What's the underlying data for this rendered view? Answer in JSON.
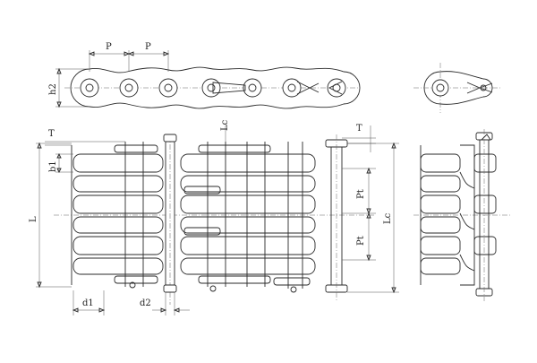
{
  "labels": {
    "pitch_left": "P",
    "pitch_right": "P",
    "plate_height": "h2",
    "inner_width": "b1",
    "overall_length": "L",
    "connecting_length": "Lc",
    "plate_thickness_left": "T",
    "plate_thickness_right": "T",
    "transverse_pitch_1": "Pt",
    "transverse_pitch_2": "Pt",
    "connecting_length_right": "Lc",
    "roller_diameter": "d1",
    "pin_diameter": "d2"
  },
  "colors": {
    "stroke": "#2a2a2a",
    "background": "#ffffff"
  }
}
